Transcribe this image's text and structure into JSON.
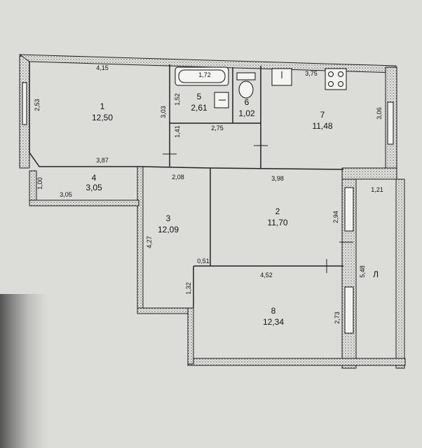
{
  "rooms": [
    {
      "number": "1",
      "area": "12,50"
    },
    {
      "number": "2",
      "area": "11,70"
    },
    {
      "number": "3",
      "area": "12,09"
    },
    {
      "number": "4",
      "area": "3,05"
    },
    {
      "number": "5",
      "area": "2,61"
    },
    {
      "number": "6",
      "area": "1,02"
    },
    {
      "number": "7",
      "area": "11,48"
    },
    {
      "number": "8",
      "area": "12,34"
    }
  ],
  "dimensions": {
    "d415": "4,15",
    "d253": "2,53",
    "d387": "3,87",
    "d303": "3,03",
    "d172": "1,72",
    "d152": "1,52",
    "d141": "1,41",
    "d275": "2,75",
    "d375": "3,75",
    "d306": "3,06",
    "d100": "1,00",
    "d305": "3,05",
    "d208": "2,08",
    "d398": "3,98",
    "d121": "1,21",
    "d294": "2,94",
    "d427": "4,27",
    "d051": "0,51",
    "d452": "4,52",
    "d548": "5,48",
    "d132": "1,32",
    "d273": "2,73"
  },
  "markers": {
    "loggia": "Л"
  }
}
